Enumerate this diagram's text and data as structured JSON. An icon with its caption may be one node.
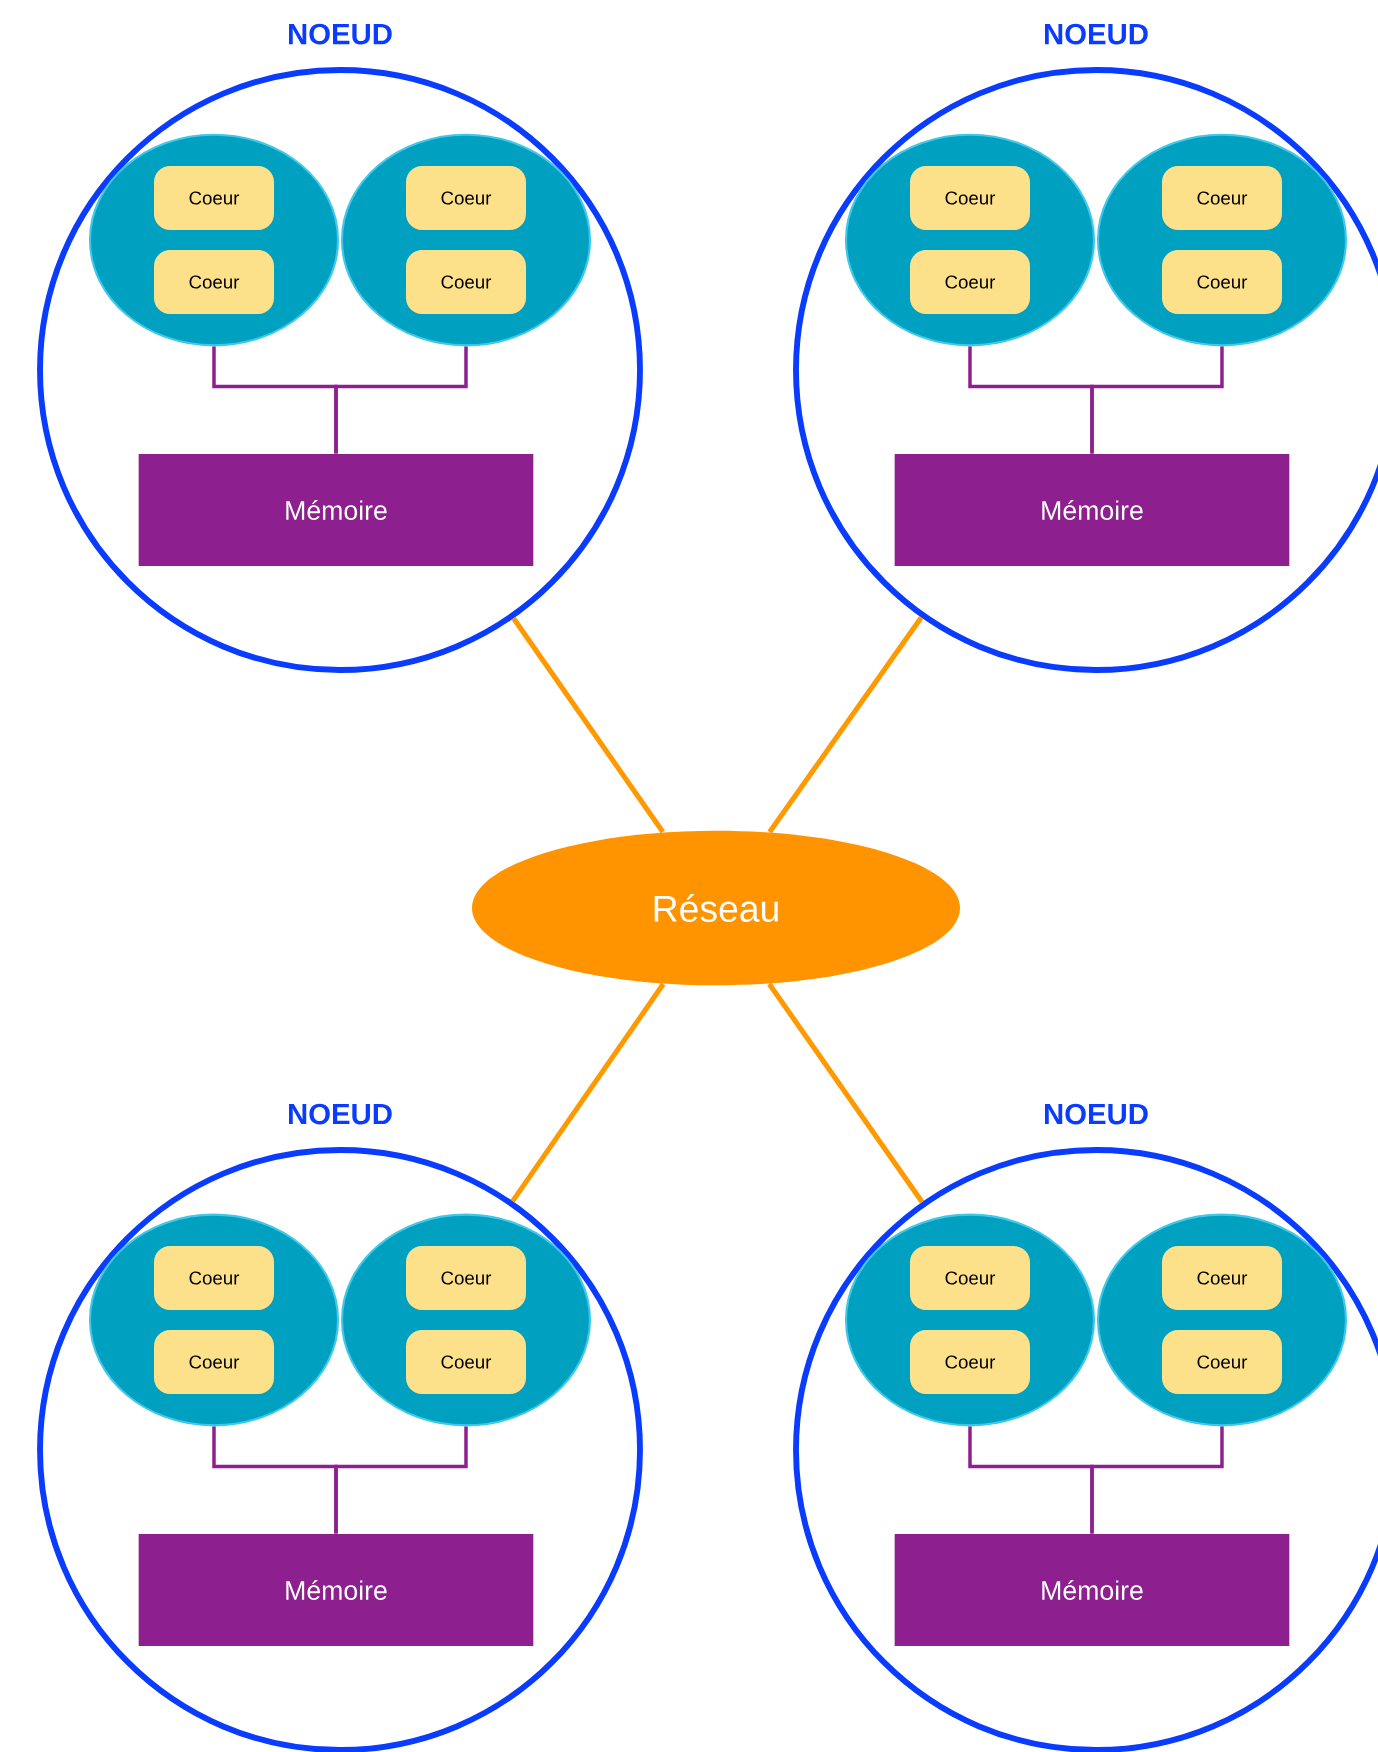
{
  "diagram": {
    "nodes": [
      {
        "text": [
          "NOEUD"
        ]
      },
      {
        "text": [],
        "shape": "circle",
        "in": 0
      },
      {
        "text": [
          "Coeur"
        ],
        "in": 1
      },
      {
        "text": [
          "Coeur"
        ],
        "in": 1
      },
      {
        "text": [],
        "shape": "circle",
        "in": 0
      },
      {
        "text": [
          "Coeur"
        ],
        "in": 4
      },
      {
        "text": [
          "Coeur"
        ],
        "in": 4
      },
      {
        "text": [
          "Mémoire"
        ],
        "in": 0
      },
      {
        "text": [
          "NOEUD"
        ]
      },
      {
        "text": [],
        "shape": "circle",
        "in": 8
      },
      {
        "text": [
          "Coeur"
        ],
        "in": 9
      },
      {
        "text": [
          "Coeur"
        ],
        "in": 9
      },
      {
        "text": [],
        "shape": "circle",
        "in": 8
      },
      {
        "text": [
          "Coeur"
        ],
        "in": 12
      },
      {
        "text": [
          "Coeur"
        ],
        "in": 12
      },
      {
        "text": [
          "Mémoire"
        ],
        "in": 8
      },
      {
        "text": [
          "Réseau"
        ]
      },
      {
        "text": [
          "NOEUD"
        ]
      },
      {
        "text": [],
        "shape": "circle",
        "in": 17
      },
      {
        "text": [
          "Coeur"
        ],
        "in": 18
      },
      {
        "text": [
          "Coeur"
        ],
        "in": 18
      },
      {
        "text": [],
        "shape": "circle",
        "in": 17
      },
      {
        "text": [
          "Coeur"
        ],
        "in": 21
      },
      {
        "text": [
          "Coeur"
        ],
        "in": 21
      },
      {
        "text": [
          "Mémoire"
        ],
        "in": 17
      },
      {
        "text": [
          "NOEUD"
        ]
      },
      {
        "text": [],
        "shape": "circle",
        "in": 25
      },
      {
        "text": [
          "Coeur"
        ],
        "in": 26
      },
      {
        "text": [
          "Coeur"
        ],
        "in": 26
      },
      {
        "text": [],
        "shape": "circle",
        "in": 25
      },
      {
        "text": [
          "Coeur"
        ],
        "in": 29
      },
      {
        "text": [
          "Coeur"
        ],
        "in": 29
      },
      {
        "text": [
          "Mémoire"
        ],
        "in": 25
      }
    ],
    "edges": [
      {
        "from": 1,
        "to": 7,
        "arrow": "none"
      },
      {
        "from": 4,
        "to": 7,
        "arrow": "none"
      },
      {
        "from": 9,
        "to": 15,
        "arrow": "none"
      },
      {
        "from": 12,
        "to": 15,
        "arrow": "none"
      },
      {
        "from": 18,
        "to": 24,
        "arrow": "none"
      },
      {
        "from": 21,
        "to": 24,
        "arrow": "none"
      },
      {
        "from": 26,
        "to": 32,
        "arrow": "none"
      },
      {
        "from": 29,
        "to": 32,
        "arrow": "none"
      },
      {
        "from": 16,
        "to": 0,
        "arrow": "none",
        "color": "#ff9900"
      },
      {
        "from": 16,
        "to": 8,
        "arrow": "none",
        "color": "#ff9900"
      },
      {
        "from": 16,
        "to": 17,
        "arrow": "none",
        "color": "#ff9900"
      },
      {
        "from": 16,
        "to": 25,
        "arrow": "none",
        "color": "#ff9900"
      }
    ]
  }
}
